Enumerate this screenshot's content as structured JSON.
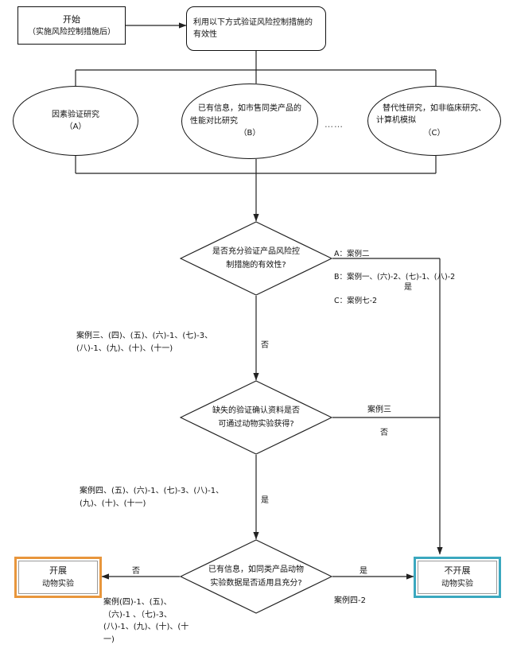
{
  "diagram": {
    "title_start": "开始",
    "start_sub": "（实施风险控制措施后）",
    "process_line1": "利用以下方式验证风险控制措施的",
    "process_line2": "有效性",
    "option_a_line1": "因素验证研究",
    "option_a_tag": "（A）",
    "option_b_line1": "已有信息，如市售同类产品的",
    "option_b_line2": "性能对比研究",
    "option_b_tag": "（B）",
    "option_c_line1": "替代性研究，如非临床研究、",
    "option_c_line2": "计算机模拟",
    "option_c_tag": "（C）",
    "ellipsis": "……",
    "decision1_line1": "是否充分验证产品风险控",
    "decision1_line2": "制措施的有效性?",
    "decision2_line1": "缺失的验证确认资料是否",
    "decision2_line2": "可通过动物实验获得?",
    "decision3_line1": "已有信息，如同类产品动物",
    "decision3_line2": "实验数据是否适用且充分?",
    "legend": [
      "A：案例二",
      "B：案例一、(六)-2、(七)-1、(八)-2",
      "C：案例七-2"
    ],
    "note_after_d1_no": "案例三、(四)、(五)、(六)-1、(七)-3、\n(八)-1、(九)、(十)、(十一)",
    "note_after_d2_no": "案例三",
    "note_after_d2_yes": "案例四、(五)、(六)-1、(七)-3、(八)-1、\n(九)、(十)、(十一)",
    "note_after_d3_yes": "案例四-2",
    "note_after_d3_no": "案例(四)-1、(五)、\n（六)-1 、（七)-3、\n(八)-1、(九)、(十)、(十\n一)",
    "label_yes_1": "是",
    "label_no_1": "否",
    "label_no_2": "否",
    "label_yes_2": "是",
    "label_no_3": "否",
    "label_yes_3": "是",
    "terminal_do_line1": "开展",
    "terminal_do_line2": "动物实验",
    "terminal_dont_line1": "不开展",
    "terminal_dont_line2": "动物实验",
    "colors": {
      "orange": "#e8963c",
      "teal": "#3ba8bf",
      "stroke": "#111111"
    }
  }
}
